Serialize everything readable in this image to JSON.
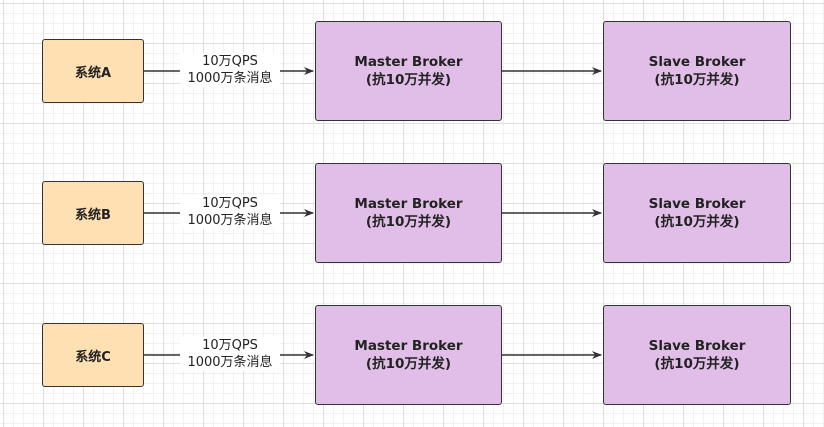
{
  "rows": [
    {
      "system": "系统A",
      "edge_label": [
        "10万QPS",
        "1000万条消息"
      ],
      "master": [
        "Master Broker",
        "(抗10万并发)"
      ],
      "slave": [
        "Slave Broker",
        "(抗10万并发)"
      ]
    },
    {
      "system": "系统B",
      "edge_label": [
        "10万QPS",
        "1000万条消息"
      ],
      "master": [
        "Master Broker",
        "(抗10万并发)"
      ],
      "slave": [
        "Slave Broker",
        "(抗10万并发)"
      ]
    },
    {
      "system": "系统C",
      "edge_label": [
        "10万QPS",
        "1000万条消息"
      ],
      "master": [
        "Master Broker",
        "(抗10万并发)"
      ],
      "slave": [
        "Slave Broker",
        "(抗10万并发)"
      ]
    }
  ],
  "colors": {
    "system_fill": "#ffe0b2",
    "broker_fill": "#e1bee7",
    "stroke": "#333333"
  }
}
